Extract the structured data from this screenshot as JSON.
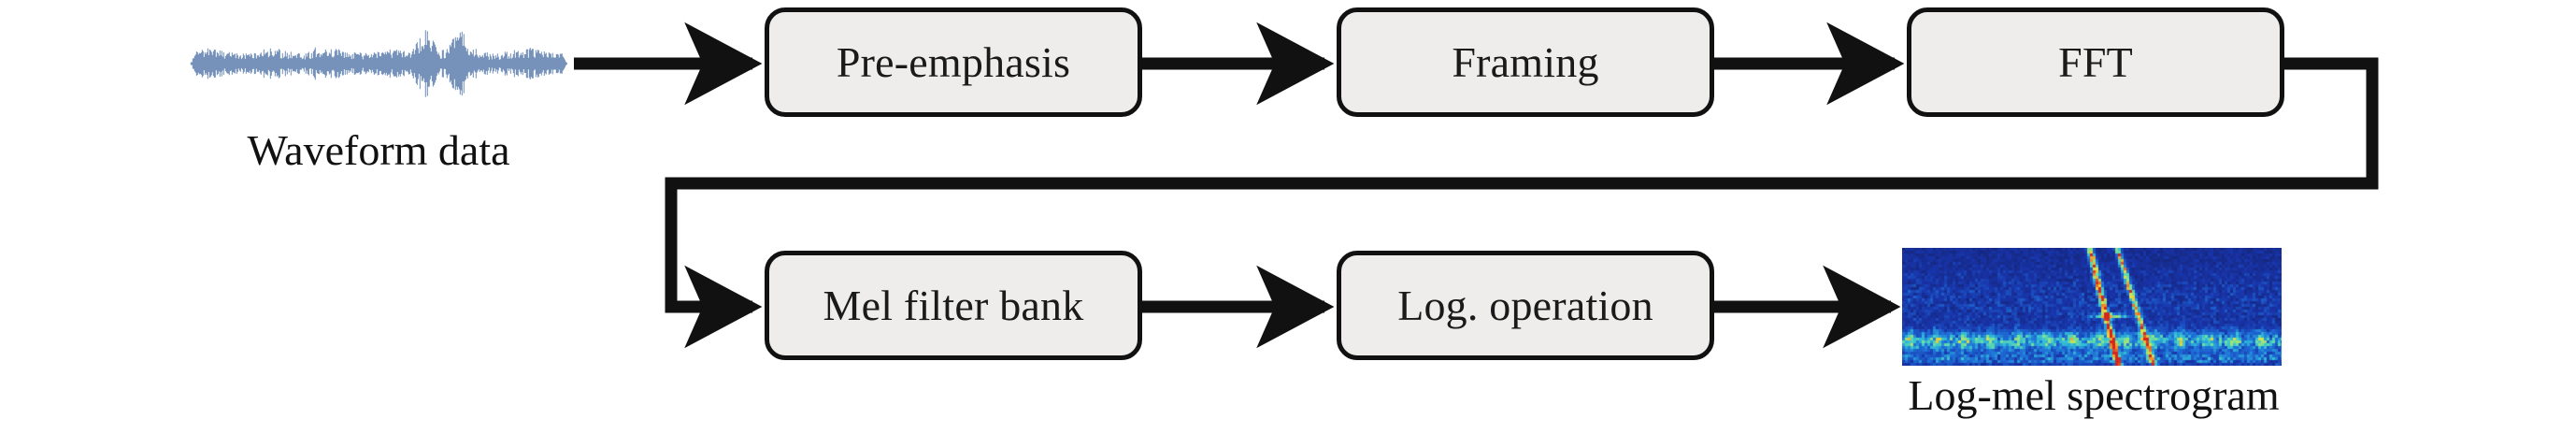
{
  "diagram": {
    "title": "Log-mel spectrogram feature extraction pipeline",
    "orientation": "left-to-right, two rows",
    "line_color": "#111111",
    "node_fill": "#eeedeb",
    "node_stroke": "#111111",
    "waveform_color": "#4a6fa5",
    "spectrogram_background": "#1d2c72"
  },
  "inputs": {
    "waveform": {
      "label": "Waveform data",
      "kind": "audio-waveform-thumbnail",
      "color": "#4a6fa5"
    }
  },
  "outputs": {
    "spectrogram": {
      "label": "Log-mel spectrogram",
      "kind": "spectrogram-thumbnail",
      "colormap": "jet"
    }
  },
  "nodes": [
    {
      "id": "pre-emphasis",
      "label": "Pre-emphasis",
      "row": 1
    },
    {
      "id": "framing",
      "label": "Framing",
      "row": 1
    },
    {
      "id": "fft",
      "label": "FFT",
      "row": 1
    },
    {
      "id": "mel-filter-bank",
      "label": "Mel filter bank",
      "row": 2
    },
    {
      "id": "log-operation",
      "label": "Log. operation",
      "row": 2
    }
  ],
  "edges": [
    {
      "from": "waveform",
      "to": "pre-emphasis",
      "style": "straight-arrow"
    },
    {
      "from": "pre-emphasis",
      "to": "framing",
      "style": "straight-arrow"
    },
    {
      "from": "framing",
      "to": "fft",
      "style": "straight-arrow"
    },
    {
      "from": "fft",
      "to": "mel-filter-bank",
      "style": "elbow-wrap-arrow"
    },
    {
      "from": "mel-filter-bank",
      "to": "log-operation",
      "style": "straight-arrow"
    },
    {
      "from": "log-operation",
      "to": "spectrogram",
      "style": "straight-arrow"
    }
  ]
}
